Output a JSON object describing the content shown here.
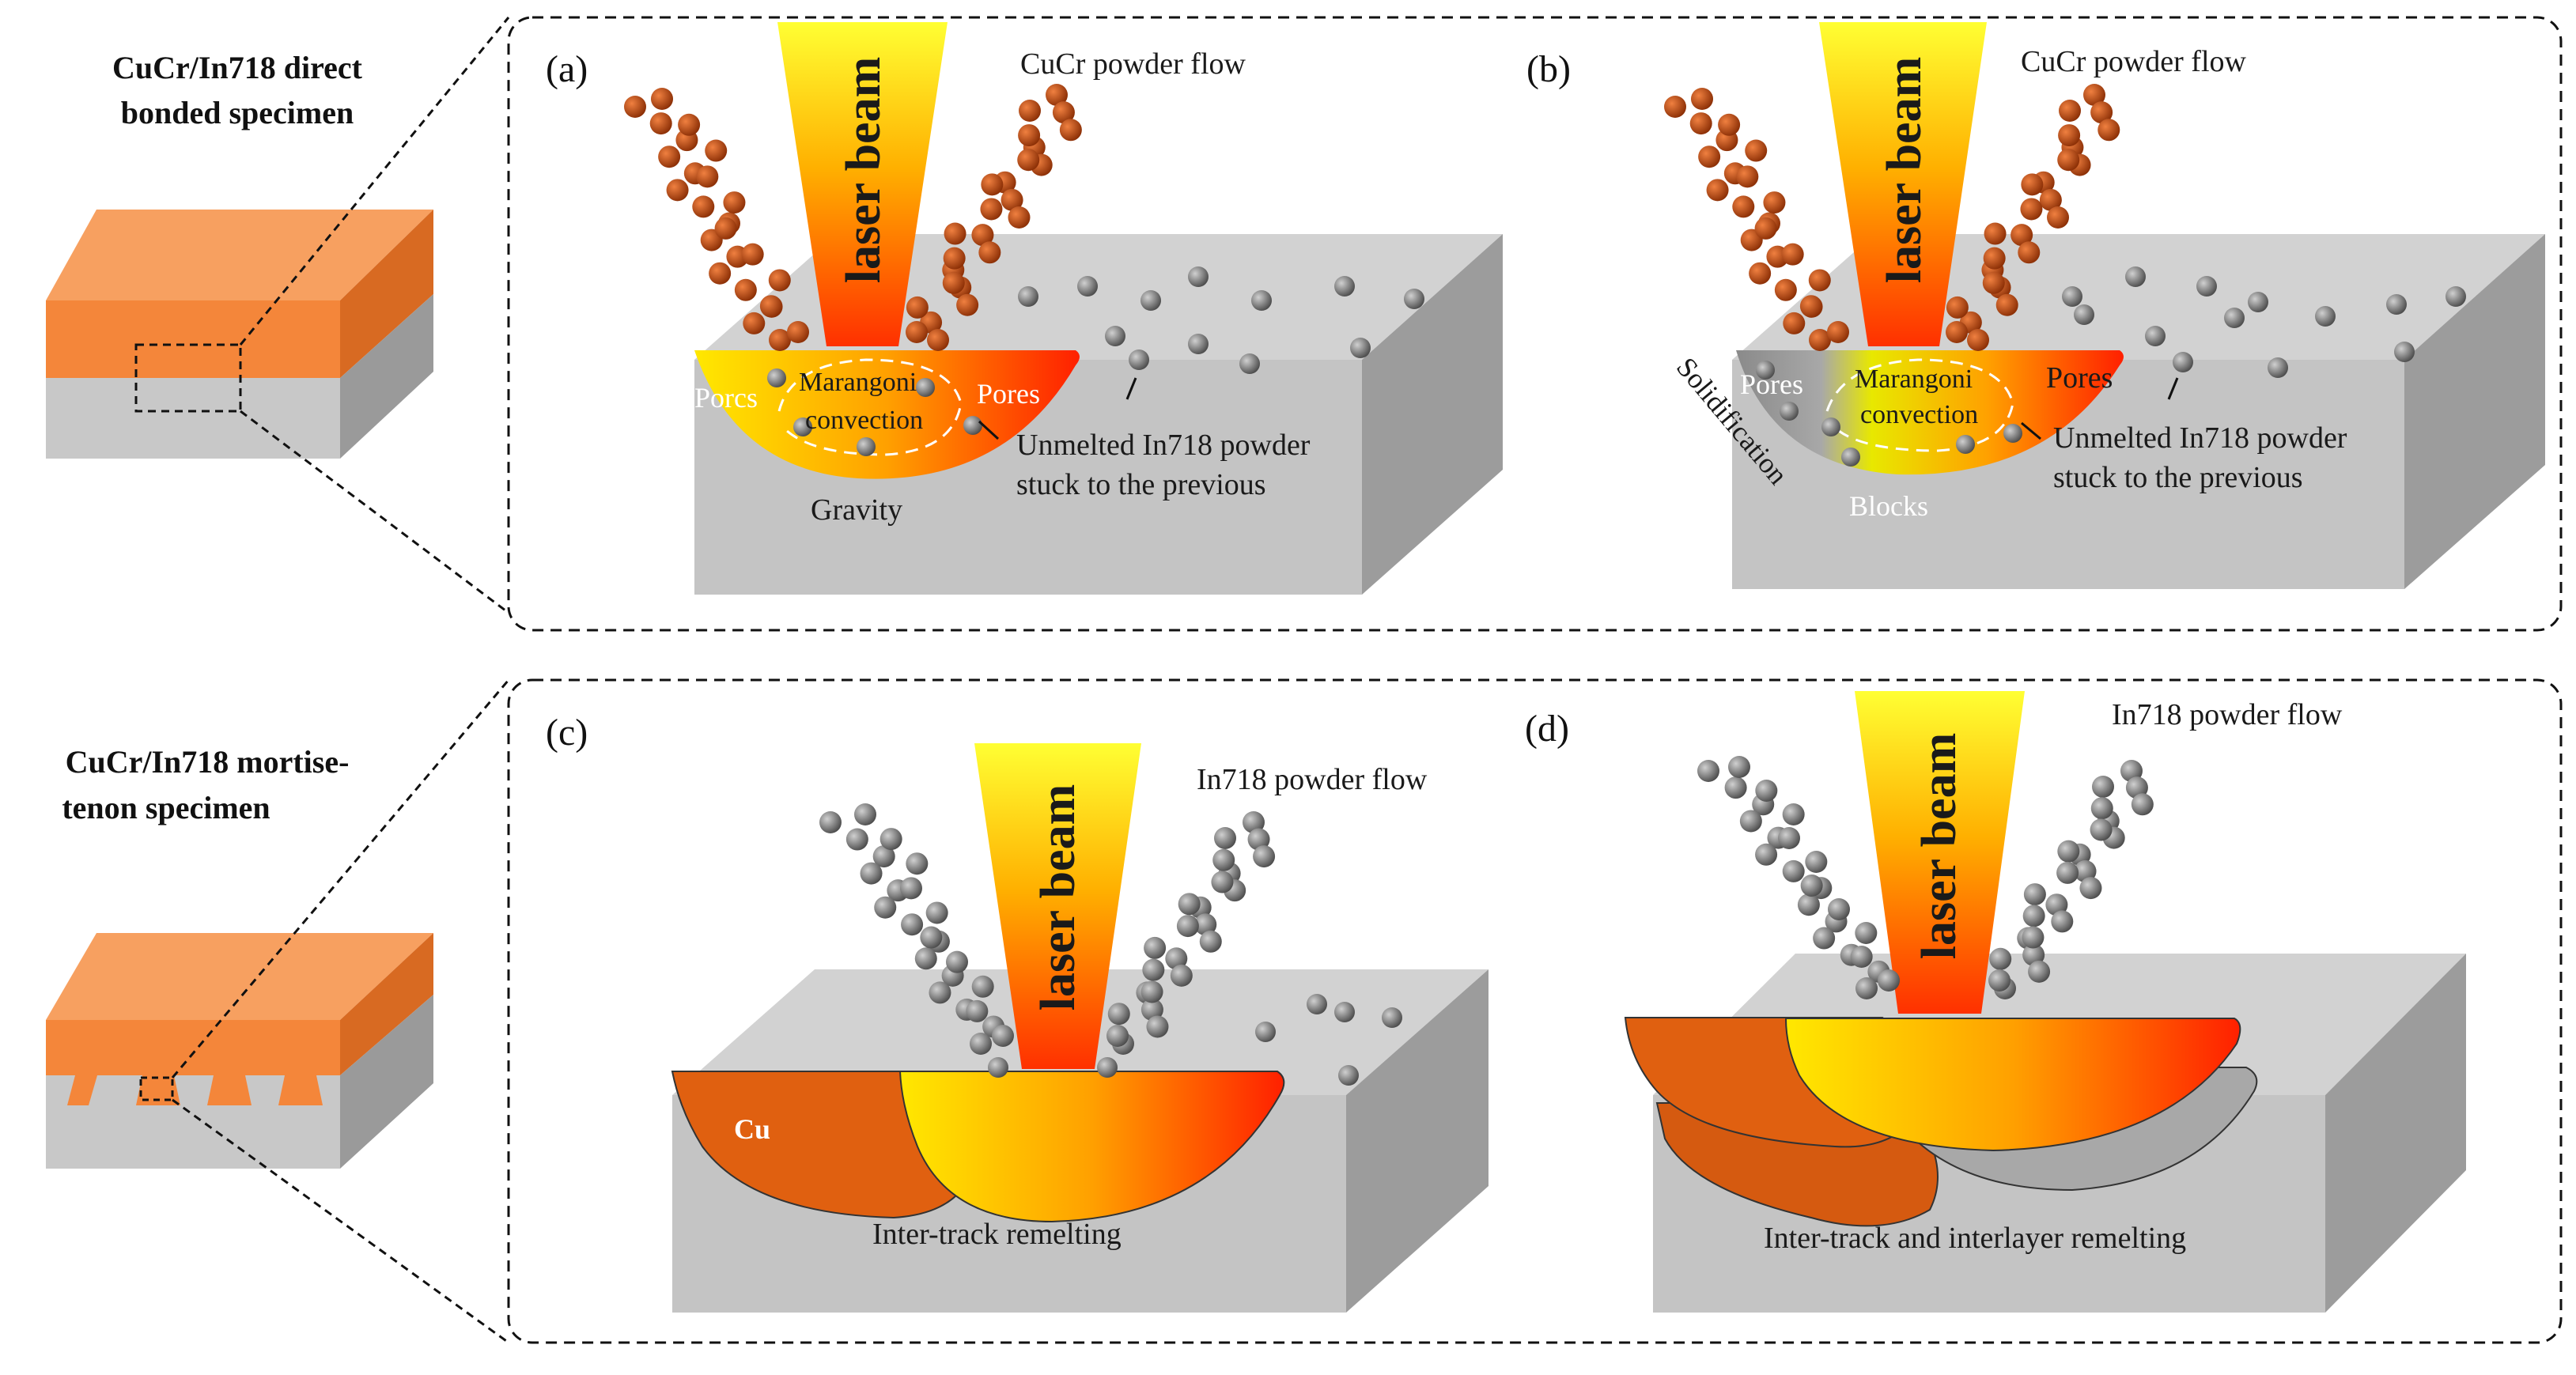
{
  "left_column": {
    "top_specimen_label": [
      "CuCr/In718 direct",
      "bonded specimen"
    ],
    "bottom_specimen_label": [
      "CuCr/In718 mortise-",
      "tenon specimen"
    ]
  },
  "panels": {
    "a": {
      "tag": "(a)",
      "beam": "laser beam",
      "powder_flow": "CuCr powder flow",
      "pores_left": "Porcs",
      "marangoni": [
        "Marangoni",
        "convection"
      ],
      "pores_right": "Pores",
      "unmelted": [
        "Unmelted In718 powder",
        "stuck to the previous"
      ],
      "gravity": "Gravity"
    },
    "b": {
      "tag": "(b)",
      "beam": "laser beam",
      "powder_flow": "CuCr powder flow",
      "solidification": "Solidification",
      "pores_left": "Pores",
      "marangoni": [
        "Marangoni",
        "convection"
      ],
      "pores_right": "Pores",
      "unmelted": [
        "Unmelted In718 powder",
        "stuck to the previous"
      ],
      "blocks": "Blocks"
    },
    "c": {
      "tag": "(c)",
      "beam": "laser beam",
      "powder_flow": "In718 powder flow",
      "cu": "Cu",
      "remelting": "Inter-track remelting"
    },
    "d": {
      "tag": "(d)",
      "beam": "laser beam",
      "powder_flow": "In718 powder flow",
      "remelting": "Inter-track and interlayer remelting"
    }
  },
  "colors": {
    "cucr_powder": "#b0420a",
    "in718_powder": "#808080",
    "substrate_top": "#cfcfcf",
    "substrate_front": "#c4c4c4",
    "substrate_side": "#9a9a9a",
    "copper_layer": "#f4863a",
    "cu_track": "#e06010",
    "beam_top": "#ffff33",
    "beam_bottom": "#ff3300"
  }
}
